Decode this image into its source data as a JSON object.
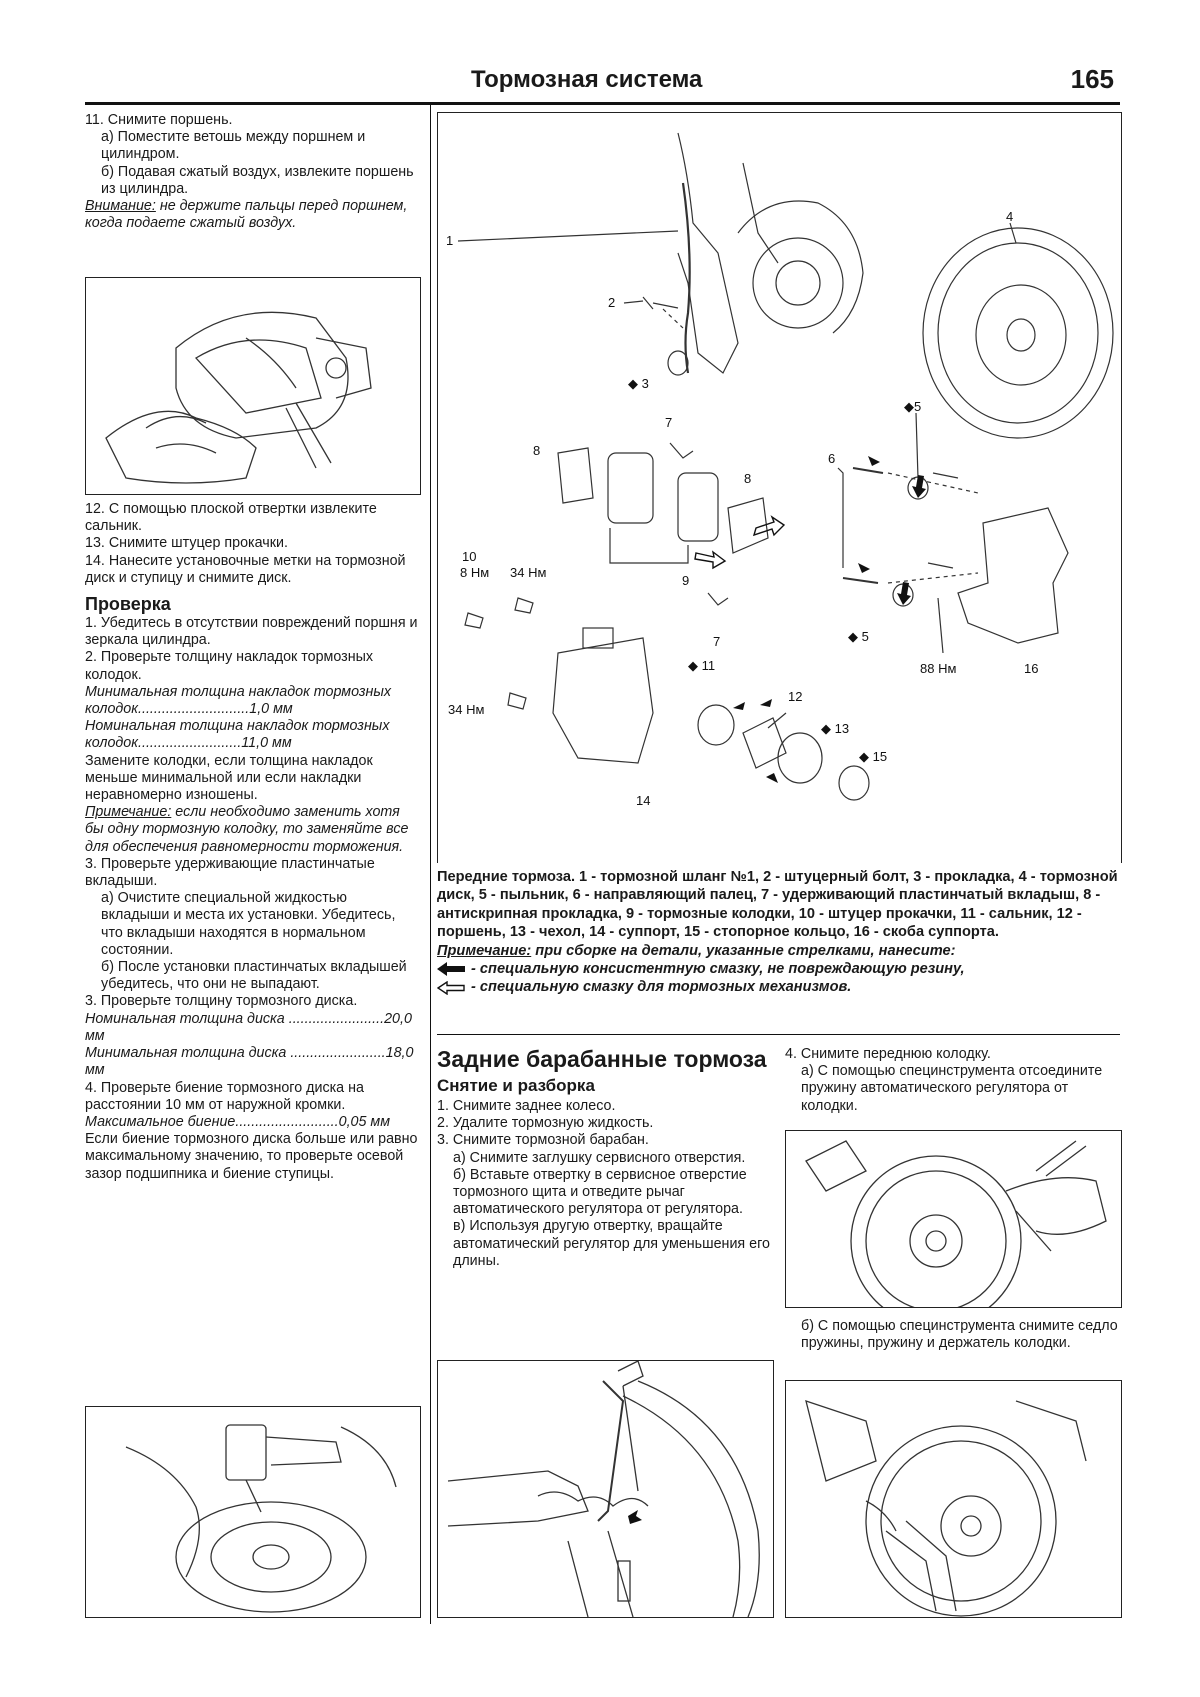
{
  "header": {
    "title": "Тормозная система",
    "page_number": "165"
  },
  "left": {
    "step11_title": "11. Снимите поршень.",
    "step11_a": "а) Поместите ветошь между поршнем и цилиндром.",
    "step11_b": "б) Подавая сжатый воздух, извлеките поршень из цилиндра.",
    "warning_label": "Внимание:",
    "warning_text": " не держите пальцы перед поршнем, когда подаете сжатый воздух.",
    "step12": "12. С помощью плоской отвертки извлеките сальник.",
    "step13": "13. Снимите штуцер прокачки.",
    "step14": "14. Нанесите установочные метки на тормозной диск и ступицу и снимите диск.",
    "check_heading": "Проверка",
    "check1": "1. Убедитесь в отсутствии повреждений поршня и зеркала цилиндра.",
    "check2": "2. Проверьте толщину накладок тормозных колодок.",
    "spec_min_pad_label": "Минимальная толщина накладок тормозных колодок",
    "spec_min_pad_value": "1,0 мм",
    "spec_nom_pad_label": "Номинальная толщина накладок тормозных колодок",
    "spec_nom_pad_value": "11,0 мм",
    "replace_pads": "Замените колодки, если толщина накладок меньше минимальной или если накладки неравномерно изношены.",
    "note_label": "Примечание:",
    "note_text": " если необходимо заменить хотя бы одну тормозную колодку, то заменяйте все для обеспечения равномерности торможения.",
    "check3": "3. Проверьте удерживающие пластинчатые вкладыши.",
    "check3_a": "а) Очистите специальной жидкостью вкладыши и места их установки. Убедитесь, что вкладыши находятся в нормальном состоянии.",
    "check3_b": "б) После установки пластинчатых вкладышей убедитесь, что они не выпадают.",
    "check4": "3. Проверьте толщину тормозного диска.",
    "spec_nom_disc_label": "Номинальная толщина диска",
    "spec_nom_disc_value": "20,0 мм",
    "spec_min_disc_label": "Минимальная толщина диска",
    "spec_min_disc_value": "18,0 мм",
    "check5": "4. Проверьте биение тормозного диска на расстоянии 10 мм от наружной кромки.",
    "spec_runout_label": "Максимальное биение",
    "spec_runout_value": "0,05 мм",
    "runout_text": "Если биение тормозного диска больше или равно максимальному значению, то проверьте осевой зазор подшипника и биение ступицы."
  },
  "figure": {
    "labels": {
      "l1": "1",
      "l2": "2",
      "l3": "◆ 3",
      "l4": "4",
      "l5a": "◆5",
      "l5b": "◆ 5",
      "l6": "6",
      "l7a": "7",
      "l7b": "7",
      "l8a": "8",
      "l8b": "8",
      "l9": "9",
      "l10": "10",
      "l11": "◆ 11",
      "l12": "12",
      "l13": "◆ 13",
      "l14": "14",
      "l15": "◆ 15",
      "l16": "16",
      "t8": "8 Нм",
      "t34a": "34 Нм",
      "t34b": "34 Нм",
      "t88": "88 Нм"
    }
  },
  "caption": {
    "text": "Передние тормоза. 1 - тормозной шланг №1, 2 - штуцерный болт, 3 - прокладка, 4 - тормозной диск, 5 - пыльник, 6 - направляющий палец, 7 - удерживающий пластинчатый вкладыш, 8 - антискрипная прокладка, 9 - тормозные колодки, 10 - штуцер прокачки, 11 - сальник, 12 - поршень, 13 - чехол, 14 - суппорт, 15 - стопорное кольцо, 16 - скоба суппорта.",
    "note_label": "Примечание:",
    "note_text": " при сборке на детали, указанные стрелками, нанесите:",
    "legend1": "- специальную консистентную смазку, не повреждающую резину,",
    "legend2": "- специальную смазку для тормозных механизмов."
  },
  "middle": {
    "heading": "Задние барабанные тормоза",
    "subheading": "Снятие и разборка",
    "s1": "1. Снимите заднее колесо.",
    "s2": "2. Удалите тормозную жидкость.",
    "s3": "3. Снимите тормозной барабан.",
    "s3_a": "а) Снимите заглушку сервисного отверстия.",
    "s3_b": "б) Вставьте отвертку в сервисное отверстие тормозного щита и отведите рычаг автоматического регулятора от регулятора.",
    "s3_c": "в) Используя другую отвертку, вращайте автоматический регулятор для уменьшения его длины."
  },
  "right": {
    "s4": "4. Снимите переднюю колодку.",
    "s4_a": "а) С помощью специнструмента отсоедините пружину автоматического регулятора от колодки.",
    "s4_b": "б) С помощью специнструмента снимите седло пружины, пружину и держатель колодки."
  }
}
